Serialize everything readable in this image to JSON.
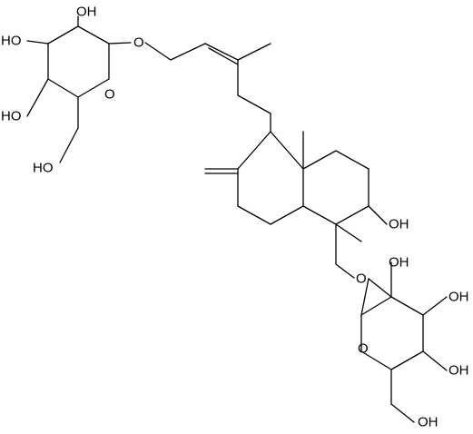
{
  "atom_labels": {
    "oh_top_sugar_c2": "OH",
    "oh_top_sugar_c3": "HO",
    "oh_top_sugar_c4": "HO",
    "oh_top_sugar_c6": "HO",
    "o_ring_top": "O",
    "o_glycosidic_top": "O",
    "oh_decalin": "OH",
    "o_glycosidic_bottom": "O",
    "oh_bottom_sugar_c2": "OH",
    "oh_bottom_sugar_c3": "OH",
    "oh_bottom_sugar_c4": "OH",
    "o_ring_bottom": "O",
    "oh_bottom_sugar_c6": "OH"
  },
  "colors": {
    "bond": "#000000",
    "label": "#000000",
    "background": "#ffffff"
  }
}
